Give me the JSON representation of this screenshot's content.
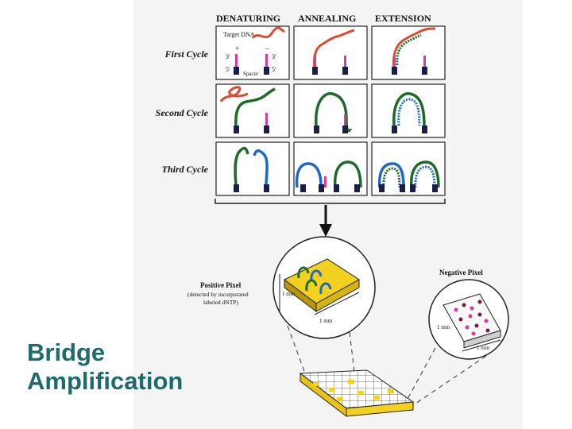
{
  "slide": {
    "title_line1": "Bridge",
    "title_line2": "Amplification"
  },
  "columns": {
    "denaturing": "DENATURING",
    "annealing": "ANNEALING",
    "extension": "EXTENSION"
  },
  "rows": {
    "first": "First Cycle",
    "second": "Second Cycle",
    "third": "Third Cycle"
  },
  "first_cell": {
    "target_dna": "Target DNA",
    "three_prime_left": "3'",
    "three_prime_right": "3'",
    "five_prime_left": "5'",
    "five_prime_right": "5'",
    "plus": "+",
    "minus": "–",
    "spacer": "Spacer"
  },
  "pixels": {
    "positive_title": "Positive Pixel",
    "positive_desc_1": "(detected by incorporated",
    "positive_desc_2": "labeled dNTP)",
    "negative_title": "Negative Pixel",
    "mm_label": "1 mm"
  },
  "colors": {
    "title": "#1f6b6b",
    "strand_red": "#e0492f",
    "strand_green": "#1f6a2a",
    "strand_blue": "#1e68c8",
    "primer_pink": "#d63a9a",
    "anchor_navy": "#1a1f4a",
    "chip_yellow": "#f2d21e"
  }
}
